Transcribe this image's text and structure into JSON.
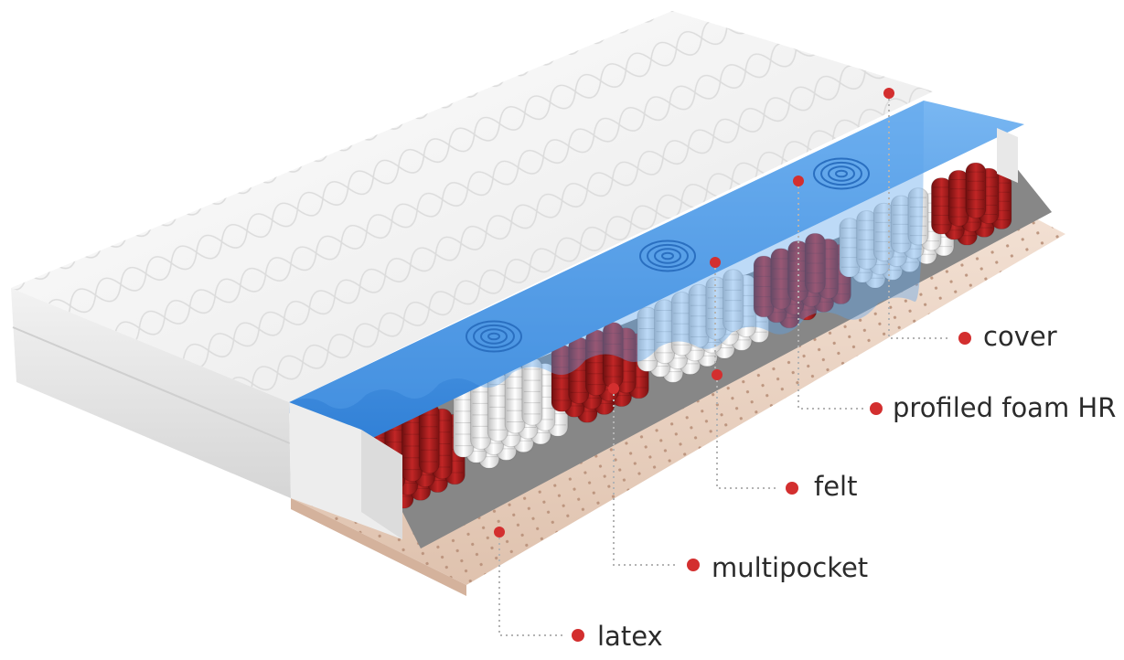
{
  "colors": {
    "marker": "#d32f2f",
    "leader": "#b3b3b3",
    "label_text": "#2b2b2b",
    "cover": "#f4f4f4",
    "foam": "#3d8ee0",
    "pocket_red": "#9e1a1a",
    "pocket_white": "#ececec",
    "felt": "#8c8c8c",
    "latex": "#ecd6c8"
  },
  "layers": [
    {
      "id": "cover",
      "label": "cover"
    },
    {
      "id": "foam",
      "label": "profiled foam HR"
    },
    {
      "id": "felt",
      "label": "felt"
    },
    {
      "id": "multipocket",
      "label": "multipocket"
    },
    {
      "id": "latex",
      "label": "latex"
    }
  ]
}
